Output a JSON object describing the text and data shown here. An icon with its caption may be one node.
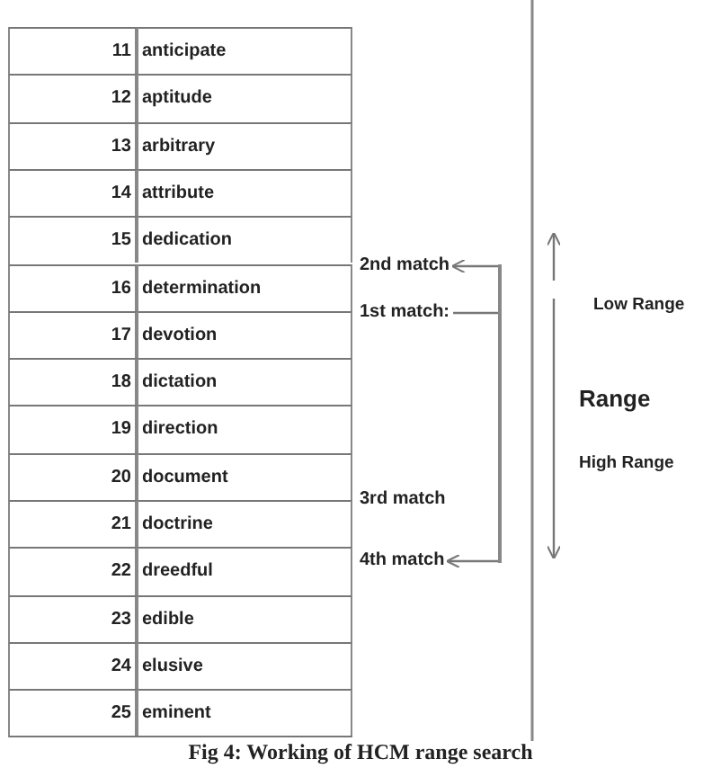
{
  "diagram": {
    "caption": "Fig 4: Working of HCM range search",
    "nodes": [
      {
        "text": [
          "2nd match"
        ]
      },
      {
        "text": [
          "1st match:"
        ]
      },
      {
        "text": [
          "3rd match"
        ]
      },
      {
        "text": [
          "4th match"
        ]
      },
      {
        "text": [],
        "shape": "bar"
      }
    ],
    "edges": [
      {
        "from": 4,
        "to": 0,
        "arrow": "to"
      },
      {
        "from": 1,
        "to": 4,
        "arrow": "none"
      },
      {
        "from": 4,
        "to": 3,
        "arrow": "to"
      }
    ],
    "labels": [
      "11",
      "anticipate",
      "12",
      "aptitude",
      "13",
      "arbitrary",
      "14",
      "attribute",
      "15",
      "dedication",
      "16",
      "determination",
      "17",
      "devotion",
      "18",
      "dictation",
      "19",
      "direction",
      "20",
      "document",
      "21",
      "doctrine",
      "22",
      "dreedful",
      "23",
      "edible",
      "24",
      "elusive",
      "25",
      "eminent",
      "Low Range",
      "Range",
      "High Range"
    ]
  }
}
